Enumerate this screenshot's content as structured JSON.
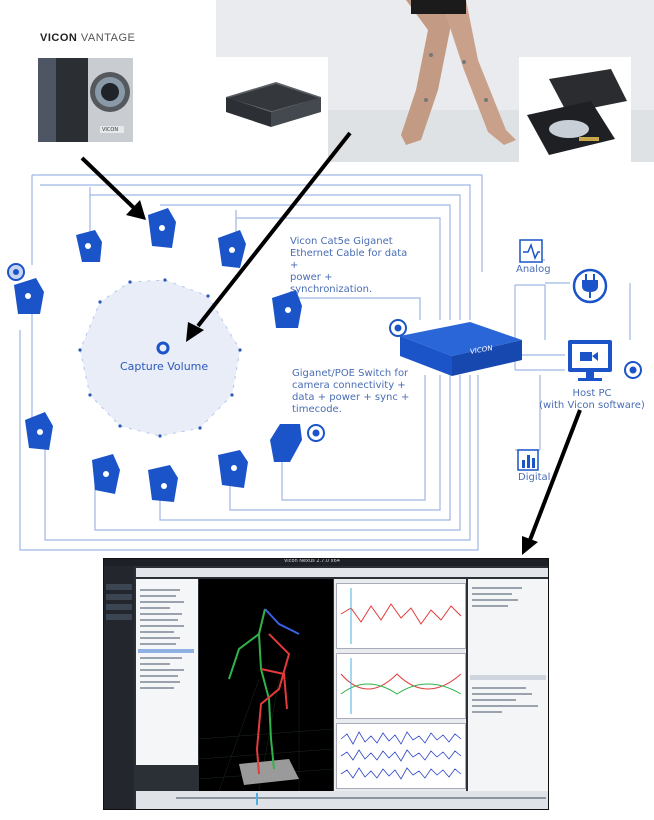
{
  "vantage_logo": {
    "brand": "VICON",
    "product": "VANTAGE"
  },
  "labels": {
    "capture_volume": "Capture Volume",
    "cable_desc": [
      "Vicon Cat5e Giganet",
      "Ethernet Cable for data +",
      "power + synchronization."
    ],
    "switch_desc": [
      "Giganet/POE Switch for",
      "camera connectivity +",
      "data + power + sync +",
      "timecode."
    ],
    "analog": "Analog",
    "digital": "Digital",
    "host_pc": [
      "Host PC",
      "(with Vicon software)"
    ]
  },
  "switch_brand": "VICON",
  "camera_logo": "VICON",
  "app": {
    "title": "Vicon Nexus 2.7.0 x64"
  },
  "colors": {
    "accent": "#1a54c8",
    "line": "#9fb6e4",
    "volume": "#e8edf8",
    "arrow": "#000000"
  }
}
